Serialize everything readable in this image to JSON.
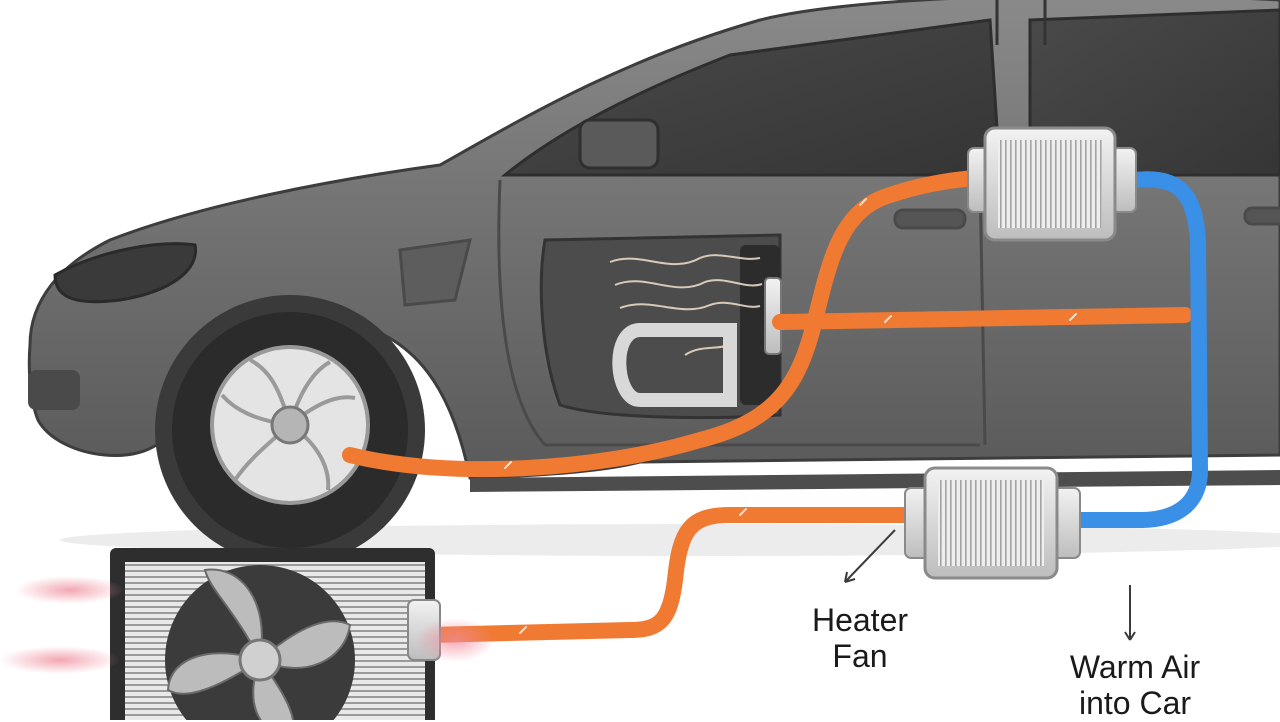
{
  "labels": {
    "heater_fan": [
      "Heater",
      "Fan"
    ],
    "warm_air": [
      "Warm Air",
      "into Car"
    ]
  },
  "colors": {
    "car_body": "#6e6e6e",
    "car_dark": "#4f4f4f",
    "window": "#3f3f3f",
    "hot_pipe": "#f07a32",
    "cool_pipe": "#3a8fe6",
    "metal": "#d9d9d9",
    "heat_haze": "#f08a9a"
  },
  "components": {
    "heater_core_icon": "heater-core-icon",
    "radiator_icon": "radiator-icon",
    "fan_icon": "fan-icon",
    "wheel_icon": "wheel-icon"
  }
}
